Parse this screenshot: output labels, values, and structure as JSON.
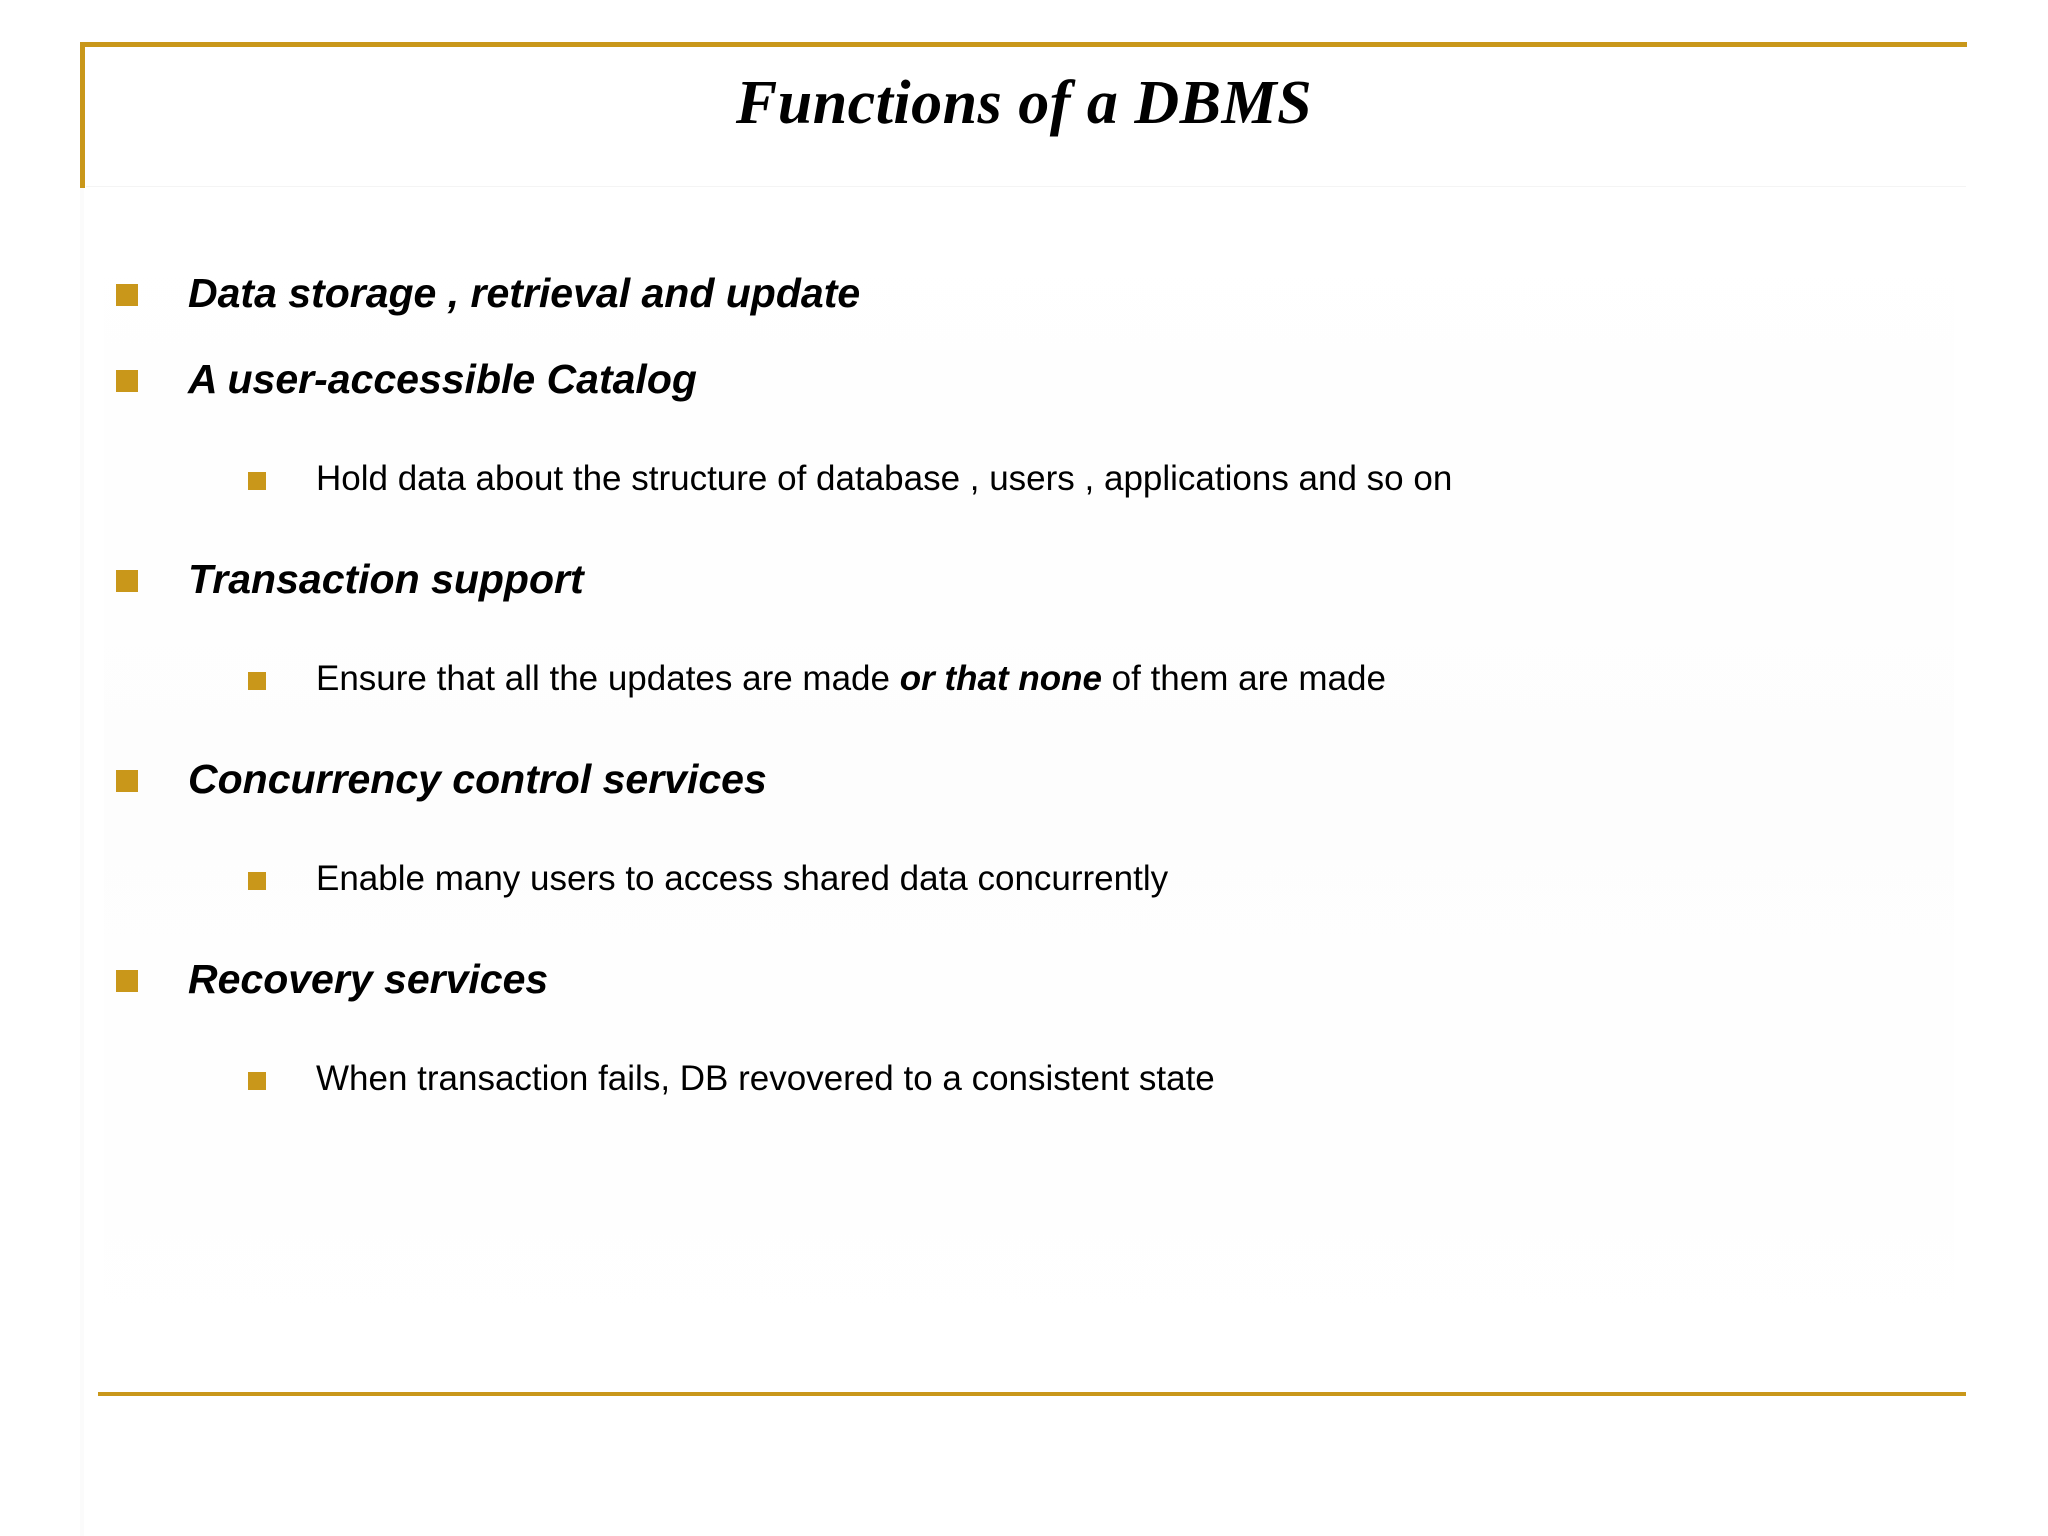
{
  "slide": {
    "title": "Functions of a DBMS",
    "accent_color": "#c9971a",
    "text_color": "#000000",
    "background_color": "#ffffff",
    "bullet_marker": "filled-square",
    "items": [
      {
        "level": 1,
        "text": "Data storage , retrieval and update"
      },
      {
        "level": 1,
        "text": "A user-accessible Catalog"
      },
      {
        "level": 2,
        "text": "Hold data about the structure of database , users , applications and so on"
      },
      {
        "level": 1,
        "text": "Transaction support"
      },
      {
        "level": 2,
        "text_before": "Ensure that all the updates are made ",
        "text_emphasis": "or that none",
        "text_after": " of them are made"
      },
      {
        "level": 1,
        "text": "Concurrency control services"
      },
      {
        "level": 2,
        "text": "Enable many users to access shared data concurrently"
      },
      {
        "level": 1,
        "text": "Recovery services"
      },
      {
        "level": 2,
        "text": "When transaction fails, DB revovered to a consistent state"
      }
    ]
  }
}
